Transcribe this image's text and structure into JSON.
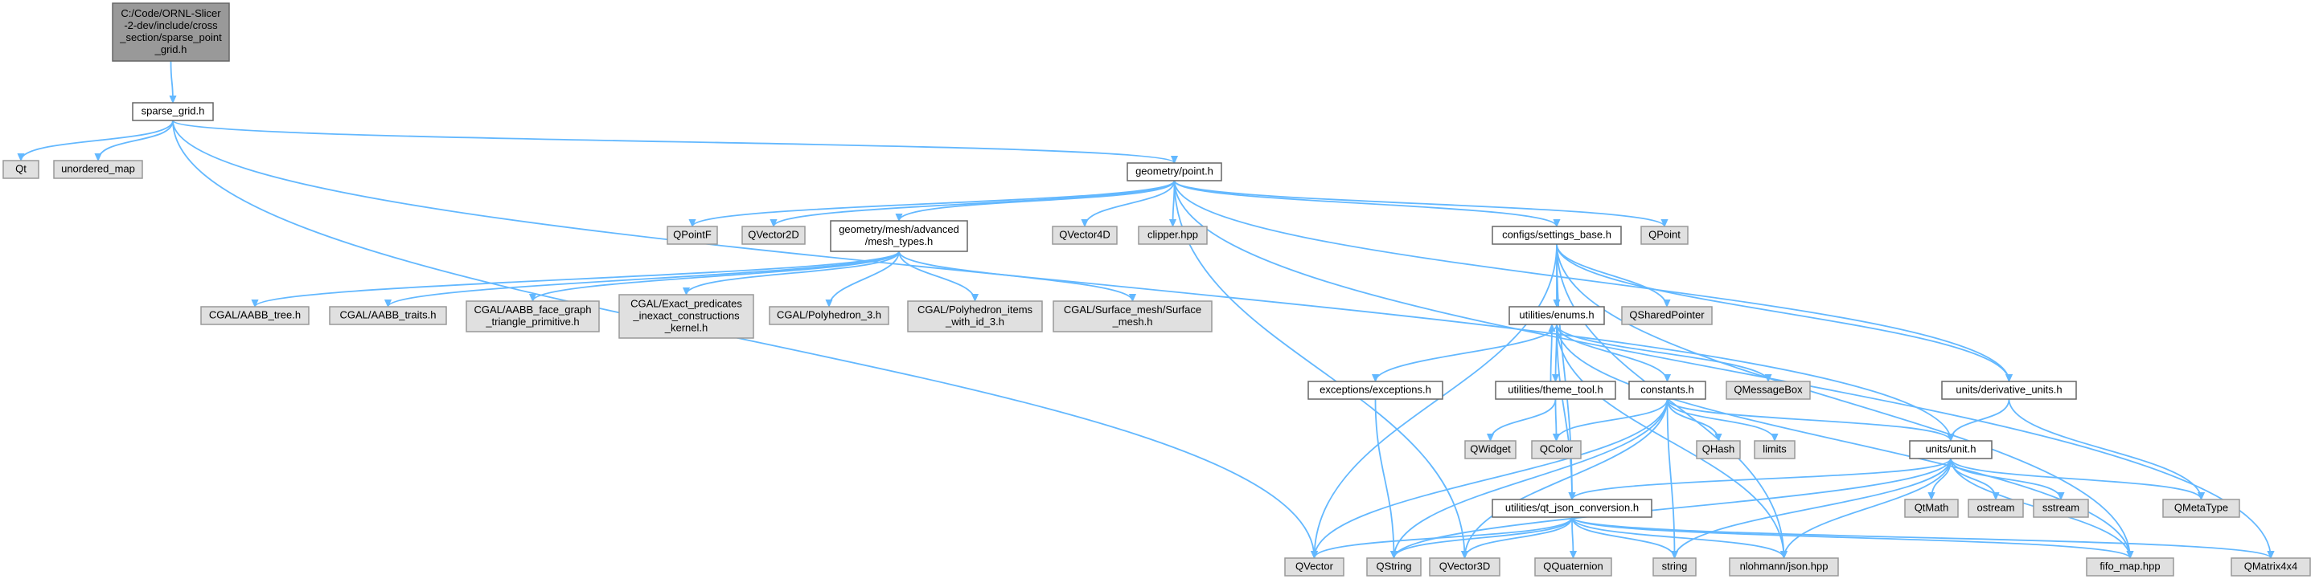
{
  "graph": {
    "nodes": [
      {
        "id": "root",
        "kind": "root",
        "lines": [
          "C:/Code/ORNL-Slicer",
          "-2-dev/include/cross",
          "_section/sparse_point",
          "_grid.h"
        ]
      },
      {
        "id": "sparse_grid",
        "kind": "local",
        "lines": [
          "sparse_grid.h"
        ]
      },
      {
        "id": "qt",
        "kind": "external",
        "lines": [
          "Qt"
        ]
      },
      {
        "id": "unordered_map",
        "kind": "external",
        "lines": [
          "unordered_map"
        ]
      },
      {
        "id": "point",
        "kind": "local",
        "lines": [
          "geometry/point.h"
        ]
      },
      {
        "id": "qpointf",
        "kind": "external",
        "lines": [
          "QPointF"
        ]
      },
      {
        "id": "qvector2d",
        "kind": "external",
        "lines": [
          "QVector2D"
        ]
      },
      {
        "id": "mesh_types",
        "kind": "local",
        "lines": [
          "geometry/mesh/advanced",
          "/mesh_types.h"
        ]
      },
      {
        "id": "qvector4d",
        "kind": "external",
        "lines": [
          "QVector4D"
        ]
      },
      {
        "id": "clipper",
        "kind": "external",
        "lines": [
          "clipper.hpp"
        ]
      },
      {
        "id": "settings_base",
        "kind": "local",
        "lines": [
          "configs/settings_base.h"
        ]
      },
      {
        "id": "qpoint",
        "kind": "external",
        "lines": [
          "QPoint"
        ]
      },
      {
        "id": "aabb_tree",
        "kind": "external",
        "lines": [
          "CGAL/AABB_tree.h"
        ]
      },
      {
        "id": "aabb_traits",
        "kind": "external",
        "lines": [
          "CGAL/AABB_traits.h"
        ]
      },
      {
        "id": "aabb_face",
        "kind": "external",
        "lines": [
          "CGAL/AABB_face_graph",
          "_triangle_primitive.h"
        ]
      },
      {
        "id": "exact_pred",
        "kind": "external",
        "lines": [
          "CGAL/Exact_predicates",
          "_inexact_constructions",
          "_kernel.h"
        ]
      },
      {
        "id": "polyhedron3",
        "kind": "external",
        "lines": [
          "CGAL/Polyhedron_3.h"
        ]
      },
      {
        "id": "polyhedron_items",
        "kind": "external",
        "lines": [
          "CGAL/Polyhedron_items",
          "_with_id_3.h"
        ]
      },
      {
        "id": "surface_mesh",
        "kind": "external",
        "lines": [
          "CGAL/Surface_mesh/Surface",
          "_mesh.h"
        ]
      },
      {
        "id": "enums",
        "kind": "local",
        "lines": [
          "utilities/enums.h"
        ]
      },
      {
        "id": "qsharedpointer",
        "kind": "external",
        "lines": [
          "QSharedPointer"
        ]
      },
      {
        "id": "exceptions",
        "kind": "local",
        "lines": [
          "exceptions/exceptions.h"
        ]
      },
      {
        "id": "theme_tool",
        "kind": "local",
        "lines": [
          "utilities/theme_tool.h"
        ]
      },
      {
        "id": "constants",
        "kind": "local",
        "lines": [
          "constants.h"
        ]
      },
      {
        "id": "qmessagebox",
        "kind": "external",
        "lines": [
          "QMessageBox"
        ]
      },
      {
        "id": "derivative_units",
        "kind": "local",
        "lines": [
          "units/derivative_units.h"
        ]
      },
      {
        "id": "qwidget",
        "kind": "external",
        "lines": [
          "QWidget"
        ]
      },
      {
        "id": "qcolor",
        "kind": "external",
        "lines": [
          "QColor"
        ]
      },
      {
        "id": "qhash",
        "kind": "external",
        "lines": [
          "QHash"
        ]
      },
      {
        "id": "limits",
        "kind": "external",
        "lines": [
          "limits"
        ]
      },
      {
        "id": "unit",
        "kind": "local",
        "lines": [
          "units/unit.h"
        ]
      },
      {
        "id": "qtmath",
        "kind": "external",
        "lines": [
          "QtMath"
        ]
      },
      {
        "id": "ostream",
        "kind": "external",
        "lines": [
          "ostream"
        ]
      },
      {
        "id": "sstream",
        "kind": "external",
        "lines": [
          "sstream"
        ]
      },
      {
        "id": "qmetatype",
        "kind": "external",
        "lines": [
          "QMetaType"
        ]
      },
      {
        "id": "qt_json",
        "kind": "local",
        "lines": [
          "utilities/qt_json_conversion.h"
        ]
      },
      {
        "id": "qvector",
        "kind": "external",
        "lines": [
          "QVector"
        ]
      },
      {
        "id": "qstring",
        "kind": "external",
        "lines": [
          "QString"
        ]
      },
      {
        "id": "qvector3d",
        "kind": "external",
        "lines": [
          "QVector3D"
        ]
      },
      {
        "id": "qquaternion",
        "kind": "external",
        "lines": [
          "QQuaternion"
        ]
      },
      {
        "id": "string",
        "kind": "external",
        "lines": [
          "string"
        ]
      },
      {
        "id": "json",
        "kind": "external",
        "lines": [
          "nlohmann/json.hpp"
        ]
      },
      {
        "id": "fifo_map",
        "kind": "external",
        "lines": [
          "fifo_map.hpp"
        ]
      },
      {
        "id": "qmatrix4x4",
        "kind": "external",
        "lines": [
          "QMatrix4x4"
        ]
      }
    ],
    "edges": [
      [
        "root",
        "sparse_grid"
      ],
      [
        "sparse_grid",
        "qt"
      ],
      [
        "sparse_grid",
        "unordered_map"
      ],
      [
        "sparse_grid",
        "point"
      ],
      [
        "sparse_grid",
        "unit"
      ],
      [
        "sparse_grid",
        "qvector"
      ],
      [
        "point",
        "qpointf"
      ],
      [
        "point",
        "qvector2d"
      ],
      [
        "point",
        "mesh_types"
      ],
      [
        "point",
        "qvector4d"
      ],
      [
        "point",
        "clipper"
      ],
      [
        "point",
        "settings_base"
      ],
      [
        "point",
        "qpoint"
      ],
      [
        "point",
        "derivative_units"
      ],
      [
        "point",
        "qvector3d"
      ],
      [
        "point",
        "qmatrix4x4"
      ],
      [
        "mesh_types",
        "aabb_tree"
      ],
      [
        "mesh_types",
        "aabb_traits"
      ],
      [
        "mesh_types",
        "aabb_face"
      ],
      [
        "mesh_types",
        "exact_pred"
      ],
      [
        "mesh_types",
        "polyhedron3"
      ],
      [
        "mesh_types",
        "polyhedron_items"
      ],
      [
        "mesh_types",
        "surface_mesh"
      ],
      [
        "settings_base",
        "enums"
      ],
      [
        "settings_base",
        "qsharedpointer"
      ],
      [
        "settings_base",
        "derivative_units"
      ],
      [
        "settings_base",
        "qt_json"
      ],
      [
        "settings_base",
        "qvector"
      ],
      [
        "settings_base",
        "json"
      ],
      [
        "settings_base",
        "fifo_map"
      ],
      [
        "enums",
        "exceptions"
      ],
      [
        "enums",
        "theme_tool"
      ],
      [
        "enums",
        "constants"
      ],
      [
        "enums",
        "qmessagebox"
      ],
      [
        "enums",
        "qt_json"
      ],
      [
        "enums",
        "json"
      ],
      [
        "enums",
        "fifo_map"
      ],
      [
        "theme_tool",
        "enums"
      ],
      [
        "theme_tool",
        "qwidget"
      ],
      [
        "theme_tool",
        "qcolor"
      ],
      [
        "exceptions",
        "qstring"
      ],
      [
        "constants",
        "qcolor"
      ],
      [
        "constants",
        "qhash"
      ],
      [
        "constants",
        "limits"
      ],
      [
        "constants",
        "unit"
      ],
      [
        "constants",
        "qvector"
      ],
      [
        "constants",
        "qstring"
      ],
      [
        "constants",
        "qvector3d"
      ],
      [
        "constants",
        "string"
      ],
      [
        "derivative_units",
        "unit"
      ],
      [
        "derivative_units",
        "qmetatype"
      ],
      [
        "unit",
        "qt_json"
      ],
      [
        "unit",
        "qtmath"
      ],
      [
        "unit",
        "ostream"
      ],
      [
        "unit",
        "sstream"
      ],
      [
        "unit",
        "qmetatype"
      ],
      [
        "unit",
        "string"
      ],
      [
        "unit",
        "json"
      ],
      [
        "unit",
        "fifo_map"
      ],
      [
        "unit",
        "qstring"
      ],
      [
        "qt_json",
        "qvector"
      ],
      [
        "qt_json",
        "qstring"
      ],
      [
        "qt_json",
        "qvector3d"
      ],
      [
        "qt_json",
        "qquaternion"
      ],
      [
        "qt_json",
        "string"
      ],
      [
        "qt_json",
        "json"
      ],
      [
        "qt_json",
        "fifo_map"
      ],
      [
        "qt_json",
        "qmatrix4x4"
      ]
    ]
  }
}
